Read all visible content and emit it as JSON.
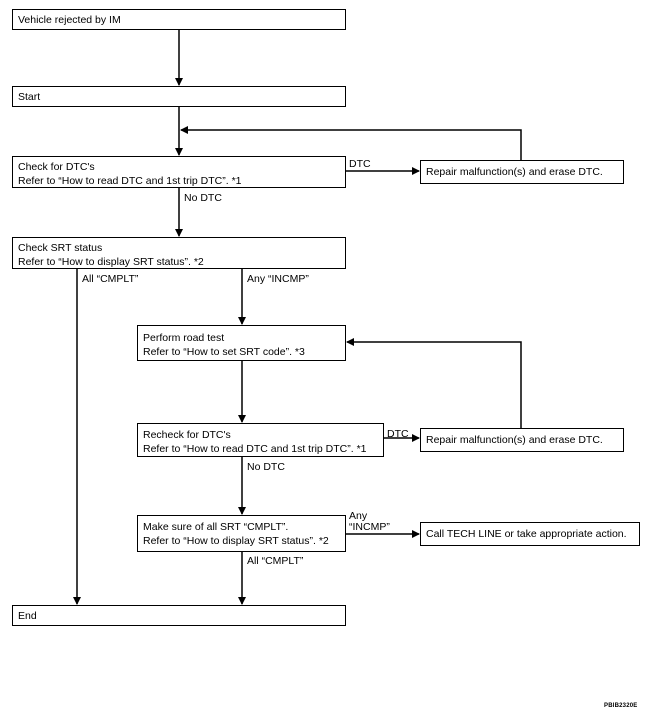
{
  "boxes": {
    "rejected": [
      "Vehicle rejected by IM"
    ],
    "start": [
      "Start"
    ],
    "check_dtc": [
      "Check for DTC's",
      "Refer to “How to read DTC and 1st trip DTC”. *1"
    ],
    "repair1": [
      "Repair malfunction(s) and erase DTC."
    ],
    "check_srt": [
      "Check SRT status",
      "Refer to “How to display SRT status”. *2"
    ],
    "road_test": [
      "Perform road test",
      "Refer to “How to set SRT code”. *3"
    ],
    "recheck_dtc": [
      "Recheck for DTC's",
      "Refer to “How to read DTC and 1st trip DTC”. *1"
    ],
    "repair2": [
      "Repair malfunction(s) and erase DTC."
    ],
    "make_sure": [
      "Make sure of all SRT “CMPLT”.",
      "Refer to “How to display SRT status”. *2"
    ],
    "tech_line": [
      "Call TECH LINE or take appropriate action."
    ],
    "end": [
      "End"
    ]
  },
  "labels": {
    "dtc1": "DTC",
    "no_dtc1": "No DTC",
    "all_cmplt1": "All “CMPLT”",
    "any_incmp1": "Any “INCMP”",
    "dtc2": "DTC",
    "no_dtc2": "No DTC",
    "any": "Any",
    "incmp": "“INCMP”",
    "all_cmplt2": "All “CMPLT”"
  },
  "figure_code": "PBIB2320E"
}
